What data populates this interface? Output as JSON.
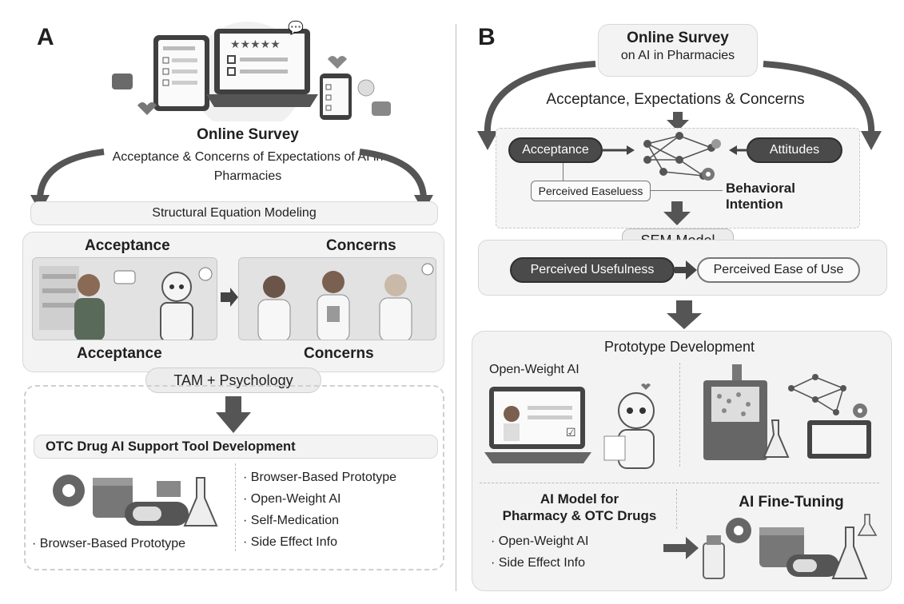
{
  "panel_a": {
    "letter": "A",
    "survey_title": "Online Survey",
    "survey_subtitle_1": "Acceptance & Concerns of Expectations of AI in",
    "survey_subtitle_2": "Pharmacies",
    "sem_label": "Structural Equation Modeling",
    "acceptance_top": "Acceptance",
    "concerns_top": "Concerns",
    "acceptance_bottom": "Acceptance",
    "concerns_bottom": "Concerns",
    "tam_label": "TAM + Psychology",
    "tool_title": "OTC Drug AI Support Tool Development",
    "tool_left_caption": "· Browser-Based Prototype",
    "tool_bullets": [
      "· Browser-Based Prototype",
      "· Open-Weight AI",
      "· Self-Medication",
      "· Side Effect Info"
    ]
  },
  "panel_b": {
    "letter": "B",
    "survey_title": "Online Survey",
    "survey_subtitle": "on AI in Pharmacies",
    "headline": "Acceptance, Expectations & Concerns",
    "node_acceptance": "Acceptance",
    "node_attitudes": "Attitudes",
    "node_perceived": "Perceived Easeluess",
    "node_behavioral_1": "Behavioral",
    "node_behavioral_2": "Intention",
    "sem_model": "SEM Model",
    "pu": "Perceived Usefulness",
    "peou": "Perceived Ease of Use",
    "proto_title": "Prototype Development",
    "open_weight": "Open-Weight AI",
    "ai_model_1": "AI Model for",
    "ai_model_2": "Pharmacy & OTC Drugs",
    "bullets": [
      "· Open-Weight AI",
      "· Side Effect Info"
    ],
    "fine_tuning": "AI Fine-Tuning"
  },
  "colors": {
    "dark": "#4a4a4a",
    "arrow": "#555555",
    "light_panel": "#f3f3f3"
  }
}
